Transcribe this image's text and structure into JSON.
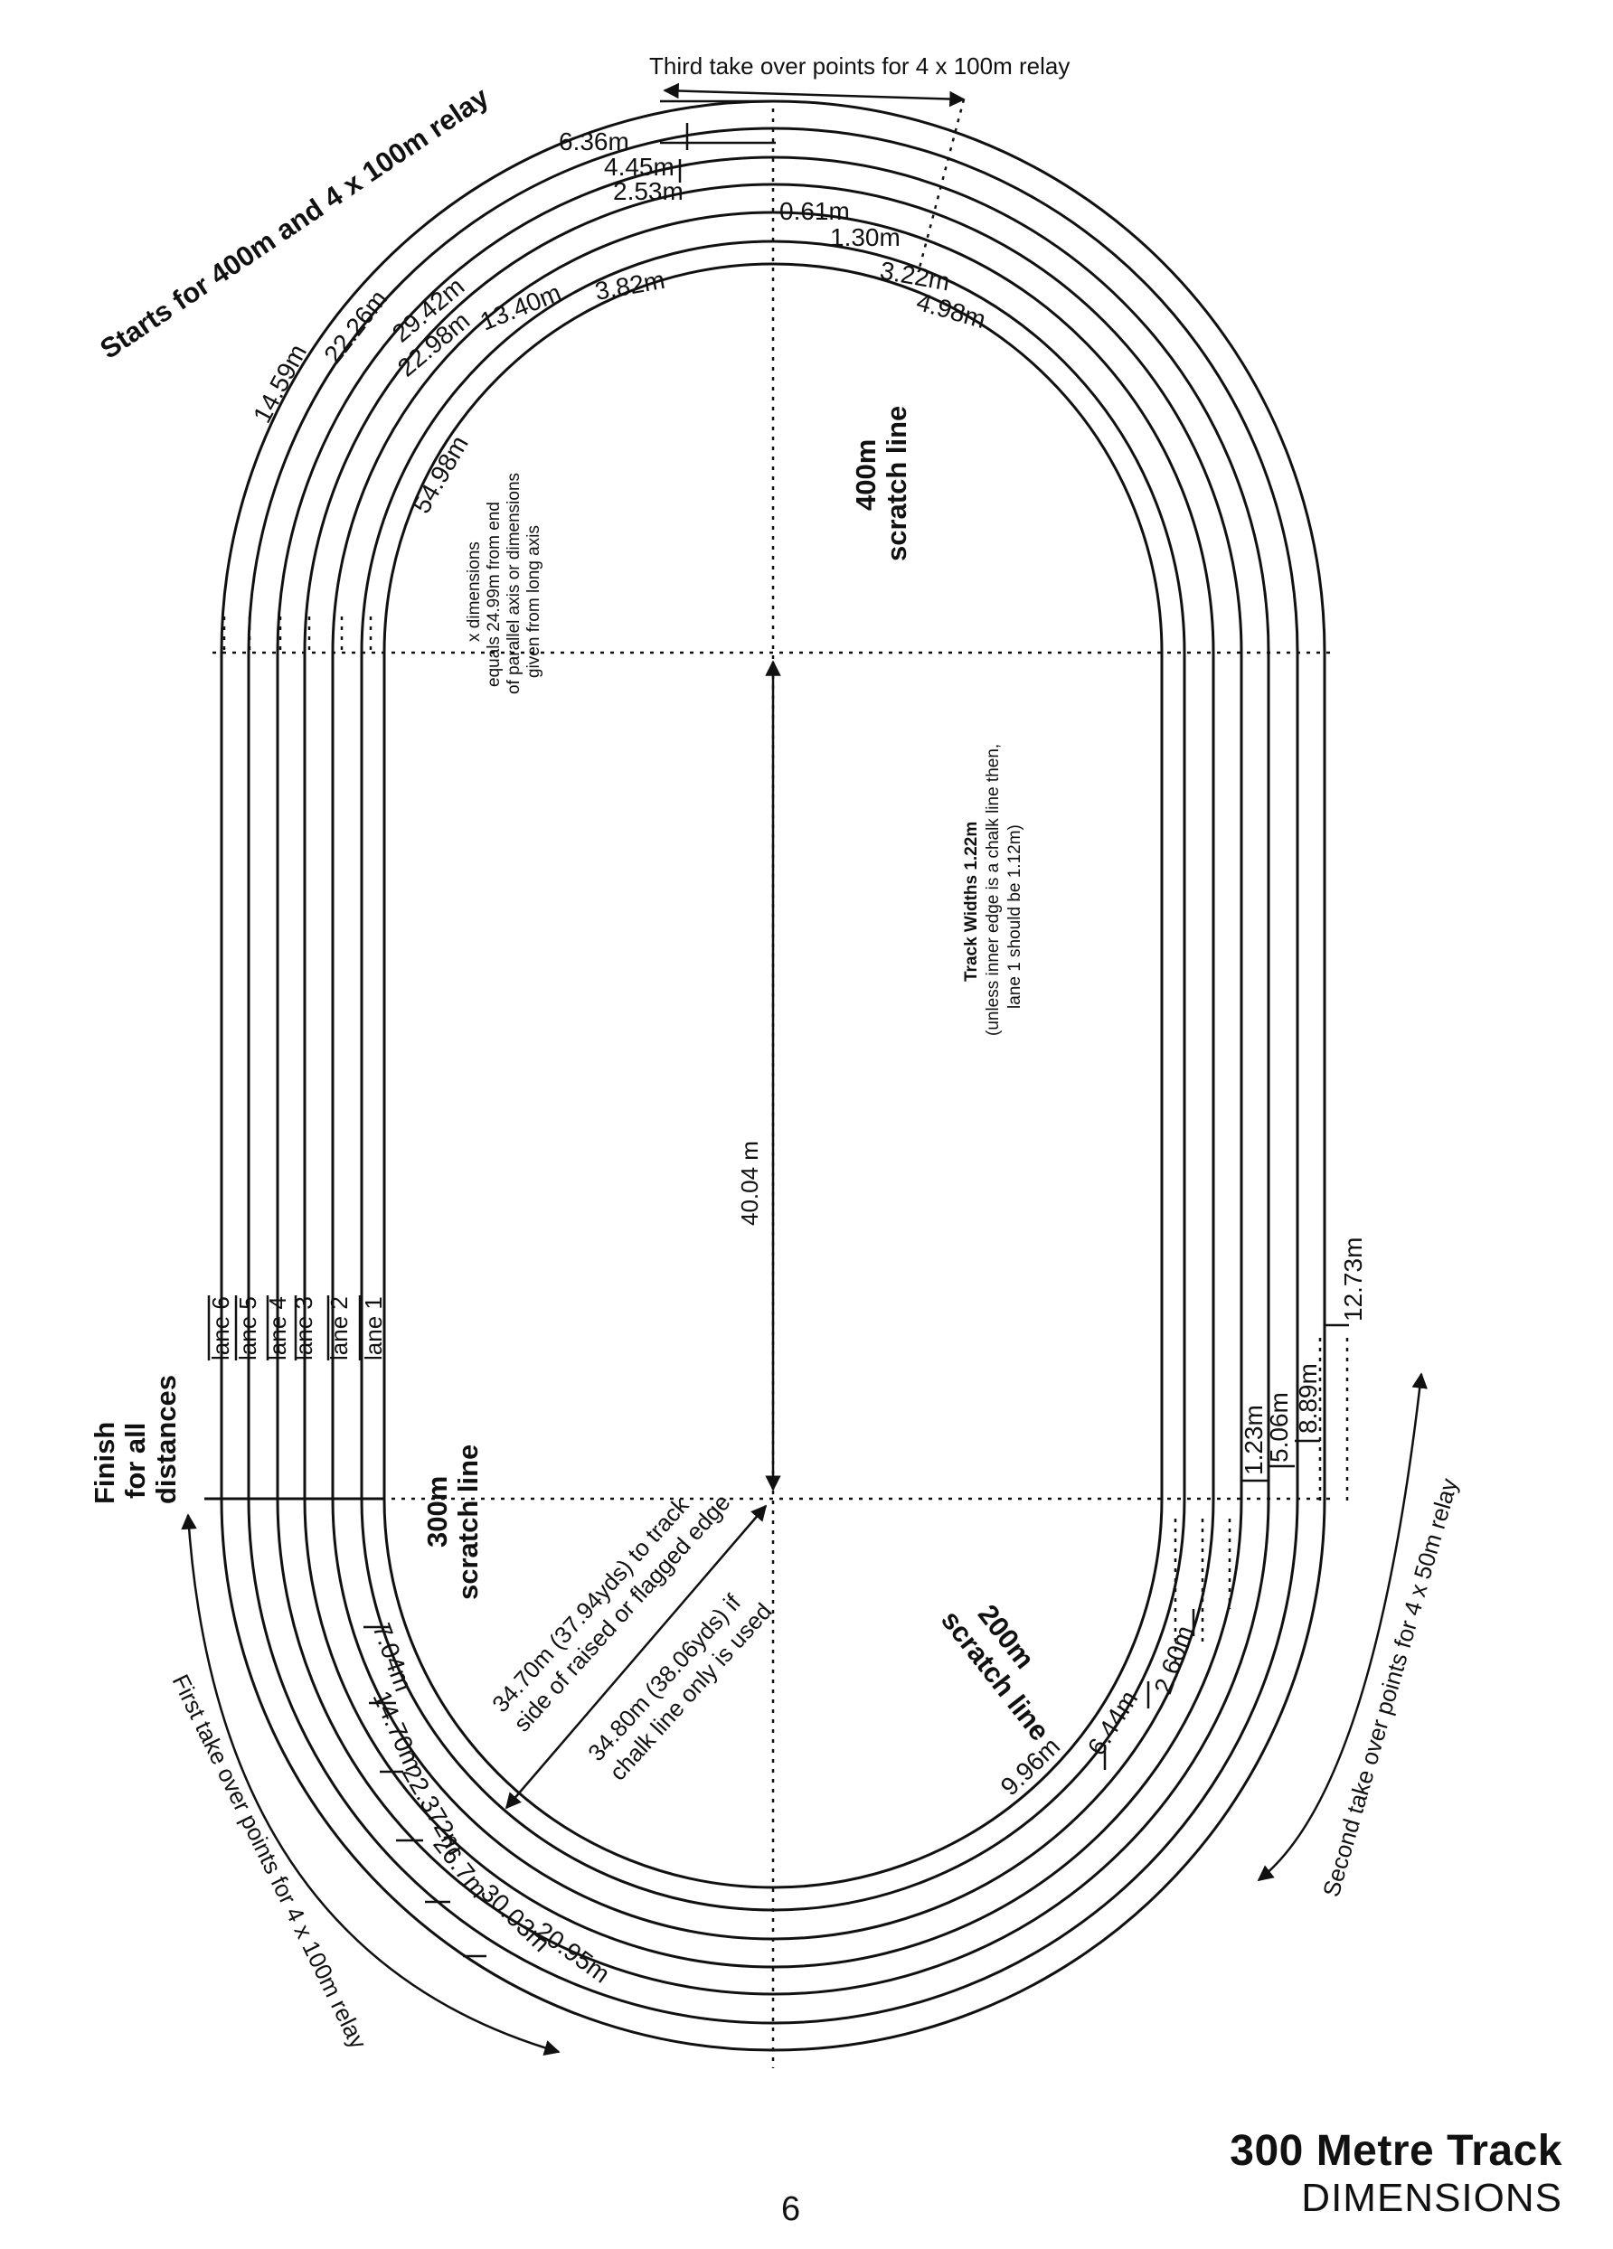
{
  "title": "300 Metre Track",
  "subtitle": "DIMENSIONS",
  "page_number": "6",
  "labels": {
    "third_takeover": "Third take over points for 4 x 100m relay",
    "starts_400": "Starts for 400m and 4 x 100m relay",
    "scratch_400_a": "400m",
    "scratch_400_b": "scratch line",
    "scratch_300_a": "300m",
    "scratch_300_b": "scratch line",
    "scratch_200_a": "200m",
    "scratch_200_b": "scratch line",
    "finish_a": "Finish",
    "finish_b": "for all",
    "finish_c": "distances",
    "first_takeover": "First take over points for 4 x 100m relay",
    "second_takeover": "Second take over points for 4 x 50m relay",
    "straight_length": "40.04 m",
    "x_note_1": "x dimensions",
    "x_note_2": "equals 24.99m from end",
    "x_note_3": "of parallel axis or dimensions",
    "x_note_4": "given from long axis",
    "track_widths_1": "Track Widths 1.22m",
    "track_widths_2": "(unless inner edge is a chalk line then,",
    "track_widths_3": "lane 1 should be 1.12m)",
    "radius_raised_1": "34.70m (37.94yds) to track",
    "radius_raised_2": "side of raised or flagged edge",
    "radius_chalk_1": "34.80m (38.06yds) if",
    "radius_chalk_2": "chalk line only is used"
  },
  "lanes": [
    "lane 1",
    "lane 2",
    "lane 3",
    "lane 4",
    "lane 5",
    "lane 6"
  ],
  "dims": {
    "top_stagger": [
      "6.36m",
      "4.45m",
      "2.53m",
      "0.61m",
      "1.30m",
      "3.22m",
      "4.98m"
    ],
    "starts_400": [
      "3.82m",
      "13.40m",
      "22.98m",
      "29.42m",
      "22.26m",
      "14.59m",
      "54.98m"
    ],
    "first_takeover": [
      "7.04m",
      "14.70m",
      "22.372m",
      "26.7m",
      "30.03m",
      "20.95m"
    ],
    "scratch_200": [
      "2.60m",
      "6.44m",
      "9.96m"
    ],
    "second_takeover": [
      "1.23m",
      "5.06m",
      "8.89m",
      "12.73m"
    ]
  }
}
